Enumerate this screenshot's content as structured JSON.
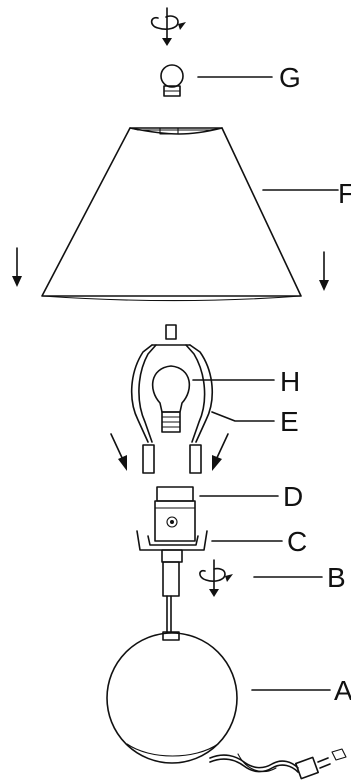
{
  "diagram": {
    "type": "exploded-assembly",
    "parts": [
      {
        "key": "finial",
        "label": "G"
      },
      {
        "key": "shade",
        "label": "F"
      },
      {
        "key": "bulb",
        "label": "H"
      },
      {
        "key": "harp",
        "label": "E"
      },
      {
        "key": "socket",
        "label": "D"
      },
      {
        "key": "harp-saddle",
        "label": "C"
      },
      {
        "key": "threaded-rod",
        "label": "B"
      },
      {
        "key": "base",
        "label": "A"
      }
    ],
    "line_color": "#111111",
    "background": "#ffffff",
    "icons": [
      "rotate-down-arrow-icon",
      "down-arrow-icon",
      "diagonal-down-arrow-icon",
      "plug-icon"
    ]
  }
}
